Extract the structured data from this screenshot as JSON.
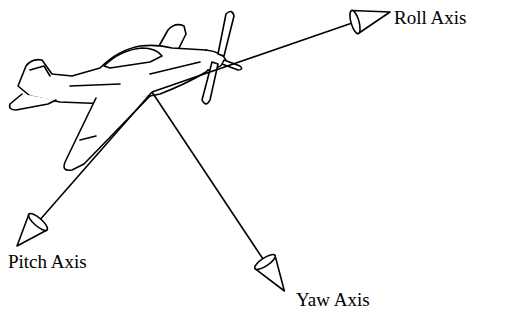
{
  "diagram": {
    "labels": [
      "Roll Axis",
      "Pitch Axis",
      "Yaw Axis"
    ]
  }
}
